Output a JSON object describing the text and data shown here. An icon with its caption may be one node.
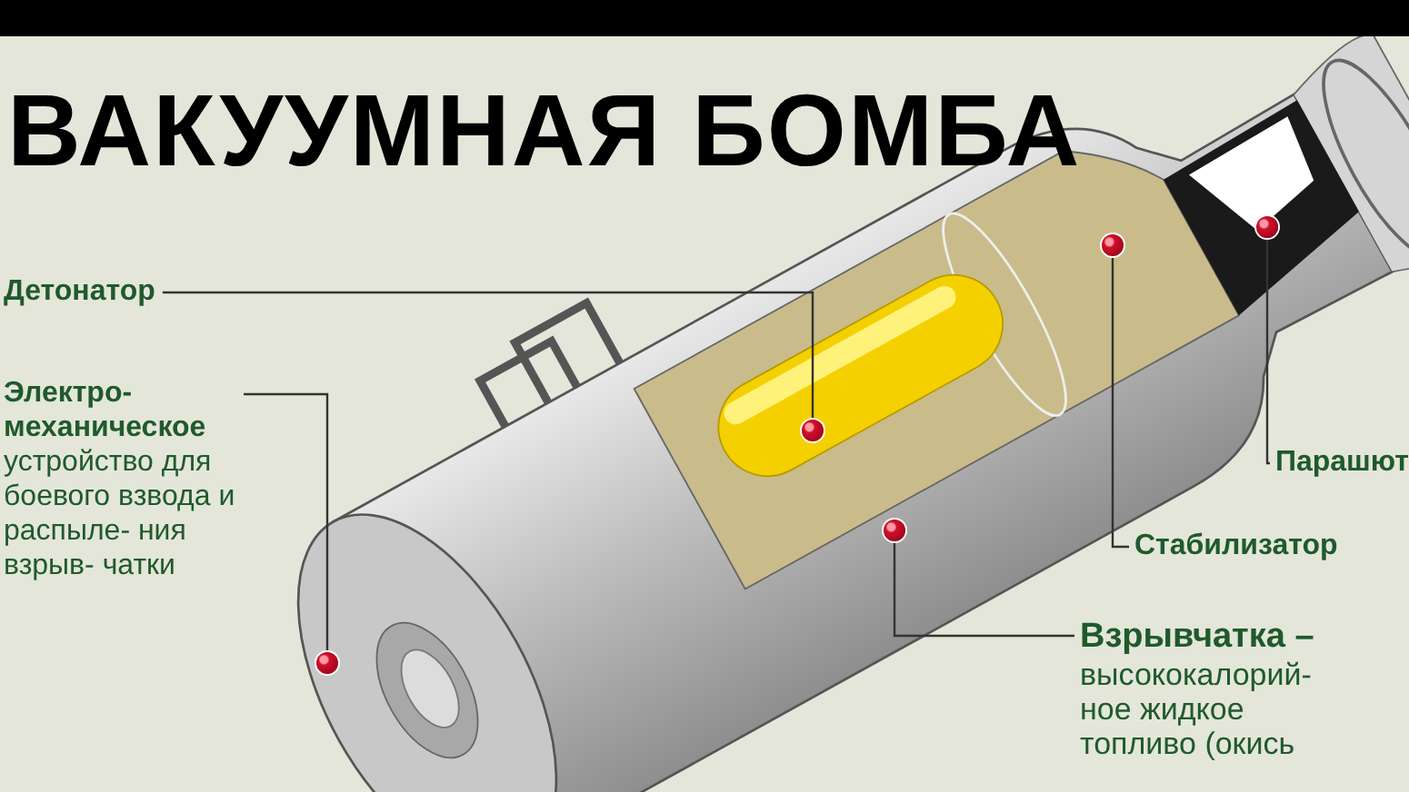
{
  "diagram": {
    "title": "ВАКУУМНАЯ БОМБА",
    "nodes": [
      {
        "text": [
          "Детонатор"
        ]
      },
      {
        "text": [
          "**Электро- механическое** устройство для боевого взвода и распыле- ния взрыв- чатки"
        ]
      },
      {
        "text": [
          "Парашют"
        ]
      },
      {
        "text": [
          "Стабилизатор"
        ]
      },
      {
        "text": [
          "Взрывчатка –",
          "высококалорий- ное жидкое топливо (окись"
        ]
      },
      {
        "text": [],
        "shape": "circle"
      },
      {
        "text": [],
        "shape": "circle"
      },
      {
        "text": [],
        "shape": "circle"
      },
      {
        "text": [],
        "shape": "circle"
      },
      {
        "text": [],
        "shape": "circle"
      }
    ],
    "edges": [
      {
        "from": 0,
        "to": 6,
        "arrow": "none"
      },
      {
        "from": 1,
        "to": 5,
        "arrow": "none"
      },
      {
        "from": 2,
        "to": 9,
        "arrow": "none"
      },
      {
        "from": 3,
        "to": 8,
        "arrow": "none"
      },
      {
        "from": 4,
        "to": 7,
        "arrow": "none"
      }
    ]
  }
}
